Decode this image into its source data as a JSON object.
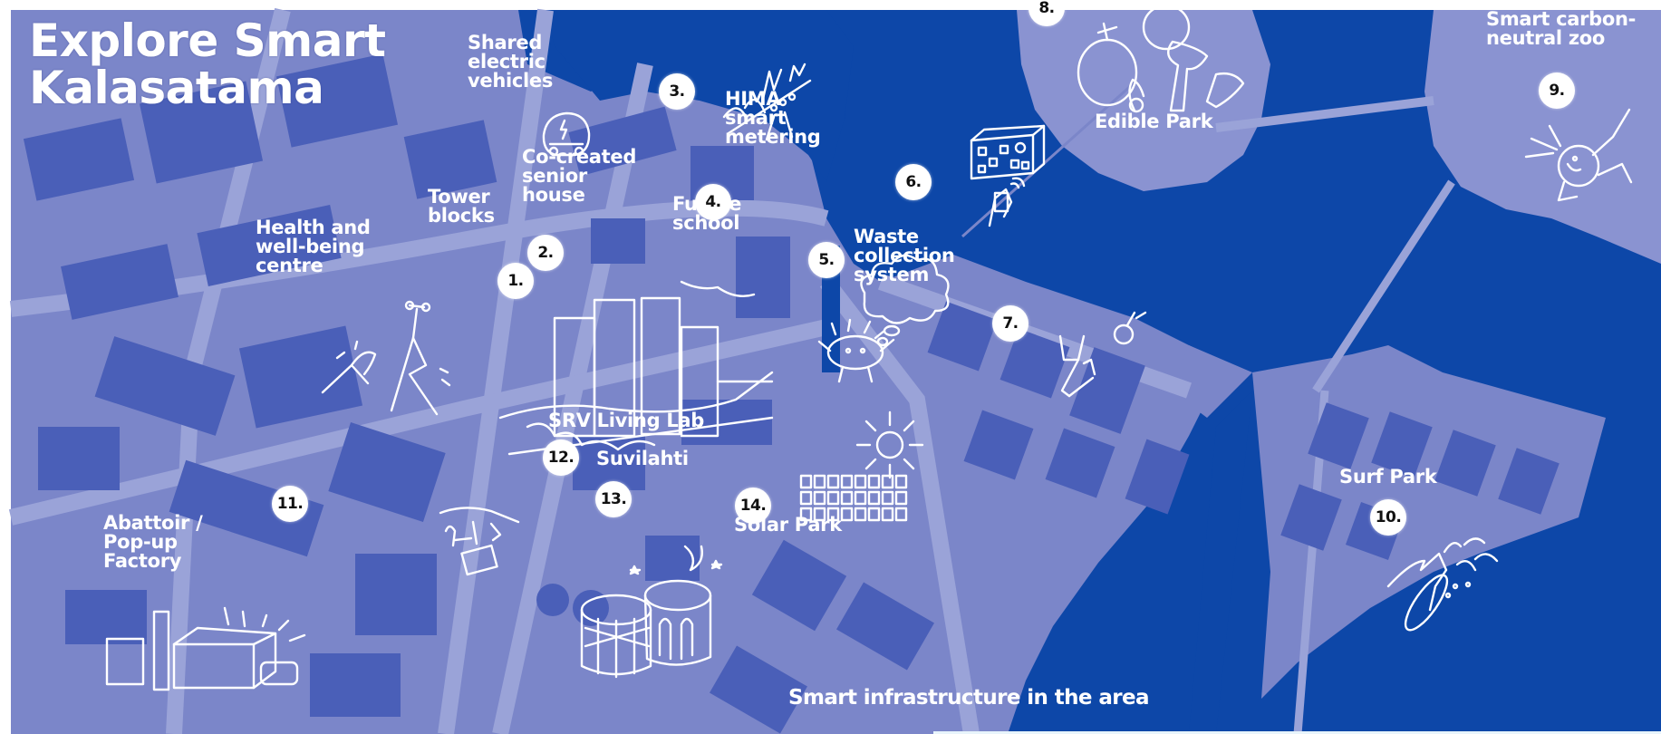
{
  "title": {
    "line1": "Explore Smart",
    "line2": "Kalasatama"
  },
  "colors": {
    "water": "#0d47a8",
    "land": "#7b86c9",
    "building": "#4a5fb8",
    "road": "#9aa3d8",
    "label": "#ffffff",
    "badge_bg": "#ffffff",
    "badge_text": "#111111"
  },
  "sites": [
    {
      "number": "1.",
      "label": "Health and\nwell-being\ncentre",
      "icon": "runner-icon"
    },
    {
      "number": "2.",
      "label": "Tower\nblocks",
      "icon": "tower-blocks-icon"
    },
    {
      "number": "3.",
      "label": "Shared\nelectric\nvehicles",
      "icon": "electric-car-icon"
    },
    {
      "number": "4.",
      "label": "Co-created\nsenior\nhouse",
      "icon": "people-house-icon"
    },
    {
      "number": "5.",
      "label": "Future\nschool",
      "icon": "creature-icon"
    },
    {
      "number": "6.",
      "label": "HIMA\nsmart\nmetering",
      "icon": "smart-meter-icon"
    },
    {
      "number": "7.",
      "label": "Waste\ncollection\nsystem",
      "icon": "waste-bag-icon"
    },
    {
      "number": "8.",
      "label": "Edible Park",
      "icon": "fruit-vegetable-icon"
    },
    {
      "number": "9.",
      "label": "Smart carbon-\nneutral zoo",
      "icon": "lion-icon"
    },
    {
      "number": "10.",
      "label": "Surf Park",
      "icon": "surfer-icon"
    },
    {
      "number": "11.",
      "label": "Abattoir /\nPop-up\nFactory",
      "icon": "factory-icon"
    },
    {
      "number": "12.",
      "label": "SRV Living Lab",
      "icon": "living-lab-icon"
    },
    {
      "number": "13.",
      "label": "Suvilahti",
      "icon": "gasholder-icon"
    },
    {
      "number": "14.",
      "label": "Solar Park",
      "icon": "solar-panel-icon"
    }
  ],
  "footer": {
    "caption": "Smart infrastructure in the area"
  }
}
